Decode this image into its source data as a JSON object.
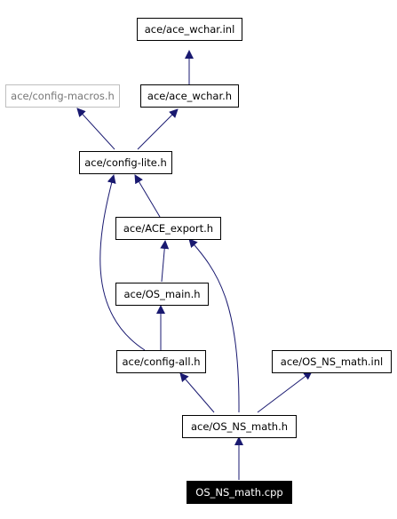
{
  "colors": {
    "edge": "#191970",
    "box_border": "#000000",
    "box_border_grey": "#bfbfbf",
    "root_fill": "#000000",
    "root_text": "#ffffff"
  },
  "nodes": {
    "ace_wchar_inl": "ace/ace_wchar.inl",
    "config_macros": "ace/config-macros.h",
    "ace_wchar_h": "ace/ace_wchar.h",
    "config_lite": "ace/config-lite.h",
    "ace_export": "ace/ACE_export.h",
    "os_main": "ace/OS_main.h",
    "config_all": "ace/config-all.h",
    "os_ns_math_inl": "ace/OS_NS_math.inl",
    "os_ns_math_h": "ace/OS_NS_math.h",
    "os_ns_math_cpp": "OS_NS_math.cpp"
  }
}
